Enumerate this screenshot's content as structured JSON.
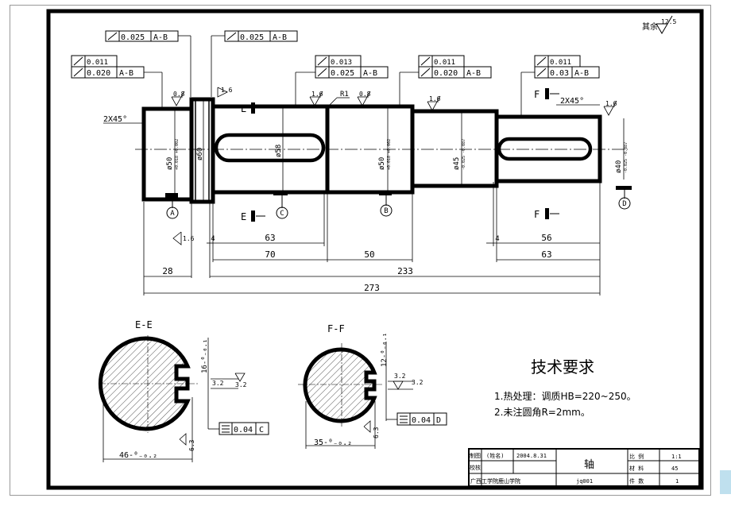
{
  "drawing": {
    "roughness_note": "其余",
    "roughness_main": "12.5",
    "chamfer_left": "2X45°",
    "chamfer_right": "2X45°",
    "fcf": {
      "top1": [
        "0.025",
        "A-B"
      ],
      "top2": [
        "0.025",
        "A-B"
      ],
      "a_flat": "0.011",
      "a_run": [
        "0.020",
        "A-B"
      ],
      "c_flat": "0.013",
      "c_run": [
        "0.025",
        "A-B"
      ],
      "b_flat": "0.011",
      "b_run": [
        "0.020",
        "A-B"
      ],
      "d_flat": "0.011",
      "d_run": [
        "0.03",
        "A-B"
      ]
    },
    "rough": {
      "r08a": "0.8",
      "r16a": "1.6",
      "r16b": "1.6",
      "r08b": "0.8",
      "r16c": "1.6",
      "r16d": "1.6",
      "r16e": "1.6",
      "r16f": "1.6",
      "r32a": "3.2",
      "r32b": "3.2",
      "r63a": "6.3",
      "r63b": "6.3"
    },
    "fillet": "R1",
    "section_labels": {
      "e": "E",
      "f": "F"
    },
    "datums": {
      "a": "A",
      "b": "B",
      "c": "C",
      "d": "D"
    },
    "diameters": {
      "d1": "ø50",
      "d1_tol": "+0.018 +0.002",
      "d2": "ø60",
      "d3": "ø58",
      "d3_tol": "",
      "d4": "ø50",
      "d4_tol": "+0.018 +0.002",
      "d5": "ø45",
      "d5_tol": "-0.025 -0.087",
      "d6": "ø40",
      "d6_tol": "-0.025 -0.087"
    },
    "dims": {
      "d4a": "4",
      "d63a": "63",
      "d70": "70",
      "d50": "50",
      "d4b": "4",
      "d56": "56",
      "d63b": "63",
      "d28": "28",
      "d233": "233",
      "d273": "273"
    },
    "sections": {
      "ee_title": "E-E",
      "ff_title": "F-F",
      "ee_depth": "16-⁰₋₀.₁",
      "ff_depth": "12-⁰₋₀.₁",
      "ee_width": "46-⁰₋₀.₂",
      "ff_width": "35-⁰₋₀.₂",
      "ee_sym": [
        "0.04",
        "C"
      ],
      "ff_sym": [
        "0.04",
        "D"
      ]
    },
    "tech": {
      "title": "技术要求",
      "line1": "1.热处理：调质HB=220~250。",
      "line2": "2.未注圆角R=2mm。"
    },
    "title_block": {
      "r1c1": "制图",
      "r1c2": "(姓名)",
      "r1c3": "2004.8.31",
      "r2c1": "校核",
      "part": "轴",
      "l_scale": "比 例",
      "v_scale": "1:1",
      "l_mat": "材 料",
      "v_mat": "45",
      "school": "广西工学院鹿山学院",
      "drawno": "jq001",
      "l_qty": "件 数",
      "v_qty": "1"
    }
  }
}
